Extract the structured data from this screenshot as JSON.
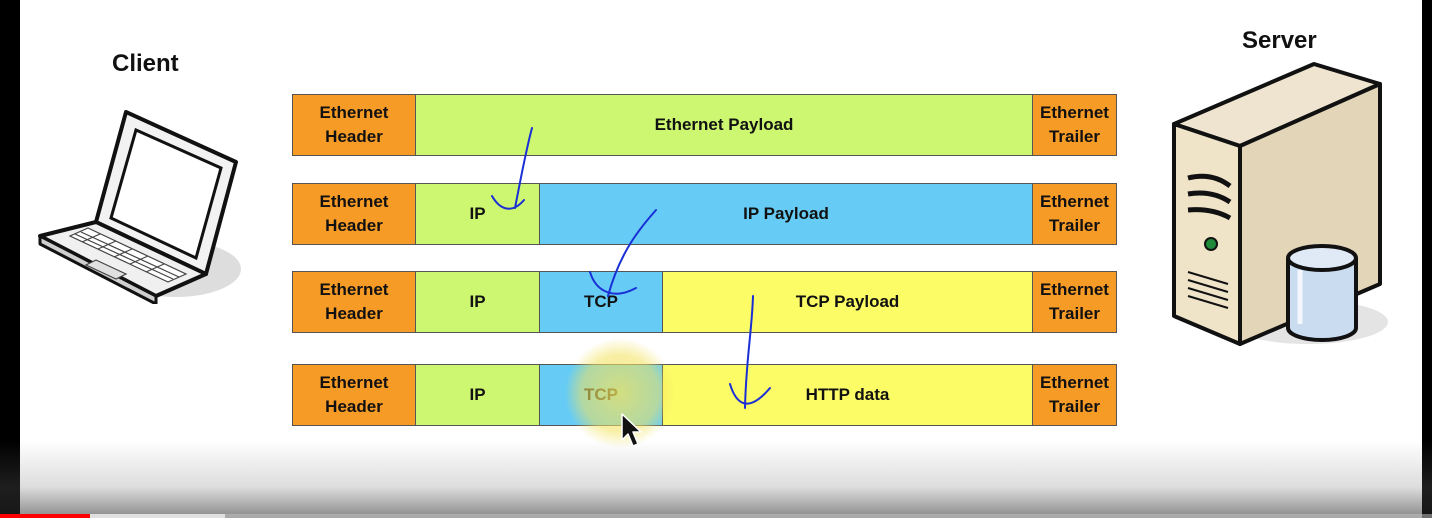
{
  "labels": {
    "client": "Client",
    "server": "Server"
  },
  "frames": [
    {
      "row": 1,
      "segments": [
        {
          "text": "Ethernet\nHeader",
          "color": "orange"
        },
        {
          "text": "Ethernet Payload",
          "color": "green"
        },
        {
          "text": "Ethernet\nTrailer",
          "color": "orange"
        }
      ]
    },
    {
      "row": 2,
      "segments": [
        {
          "text": "Ethernet\nHeader",
          "color": "orange"
        },
        {
          "text": "IP",
          "color": "green"
        },
        {
          "text": "IP Payload",
          "color": "blue"
        },
        {
          "text": "Ethernet\nTrailer",
          "color": "orange"
        }
      ]
    },
    {
      "row": 3,
      "segments": [
        {
          "text": "Ethernet\nHeader",
          "color": "orange"
        },
        {
          "text": "IP",
          "color": "green"
        },
        {
          "text": "TCP",
          "color": "blue"
        },
        {
          "text": "TCP Payload",
          "color": "yellow"
        },
        {
          "text": "Ethernet\nTrailer",
          "color": "orange"
        }
      ]
    },
    {
      "row": 4,
      "segments": [
        {
          "text": "Ethernet\nHeader",
          "color": "orange"
        },
        {
          "text": "IP",
          "color": "green"
        },
        {
          "text": "TCP",
          "color": "blue"
        },
        {
          "text": "HTTP data",
          "color": "yellow"
        },
        {
          "text": "Ethernet\nTrailer",
          "color": "orange"
        }
      ]
    }
  ],
  "colors": {
    "orange": "#f79b27",
    "green": "#cdf770",
    "blue": "#66ccf5",
    "yellow": "#fcfc66",
    "annotation_ink": "#1a2fd6",
    "highlight": "#f5e66a",
    "progress": "#ff0000"
  },
  "icons": {
    "client": "laptop-icon",
    "server": "server-tower-icon",
    "cursor": "mouse-pointer-icon"
  },
  "video": {
    "progress_fraction": 0.063,
    "buffered_fraction": 0.157
  }
}
